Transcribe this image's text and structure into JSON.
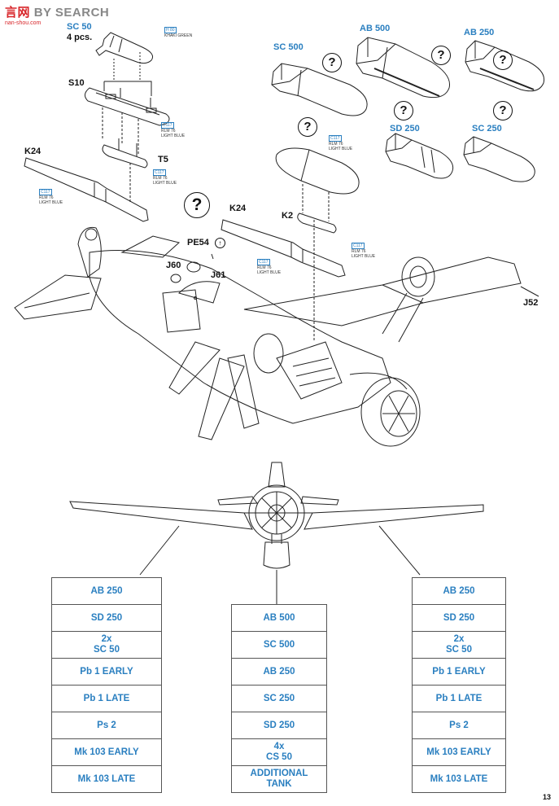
{
  "watermark": {
    "prefix": "言网",
    "text": "BY SEARCH",
    "domain": "nan-shou.com"
  },
  "labels": {
    "sc50": "SC 50",
    "sc50_count": "4 pcs.",
    "s10": "S10",
    "t5": "T5",
    "k24_left": "K24",
    "sc500": "SC 500",
    "ab500": "AB 500",
    "ab250": "AB 250",
    "sd250": "SD 250",
    "sc250": "SC 250",
    "k24_right": "K24",
    "k2": "K2",
    "pe54": "PE54",
    "j60": "J60",
    "j61": "J61",
    "j52": "J52"
  },
  "paint_notes": {
    "h80": "H 80",
    "khaki": "KHAKI GREEN",
    "c117": "C117",
    "rlm76": "RLM 76",
    "light_blue": "LIGHT BLUE"
  },
  "question_mark": "?",
  "tables": {
    "left": [
      "AB 250",
      "SD 250",
      "2x\nSC 50",
      "Pb 1 EARLY",
      "Pb 1 LATE",
      "Ps 2",
      "Mk 103 EARLY",
      "Mk 103 LATE"
    ],
    "center": [
      "AB 500",
      "SC 500",
      "AB 250",
      "SC 250",
      "SD 250",
      "4x\nCS 50",
      "ADDITIONAL\nTANK"
    ],
    "right": [
      "AB 250",
      "SD 250",
      "2x\nSC 50",
      "Pb 1 EARLY",
      "Pb 1 LATE",
      "Ps 2",
      "Mk 103 EARLY",
      "Mk 103 LATE"
    ]
  },
  "page_number": "13",
  "colors": {
    "accent": "#2a7fc0",
    "line": "#222222"
  }
}
